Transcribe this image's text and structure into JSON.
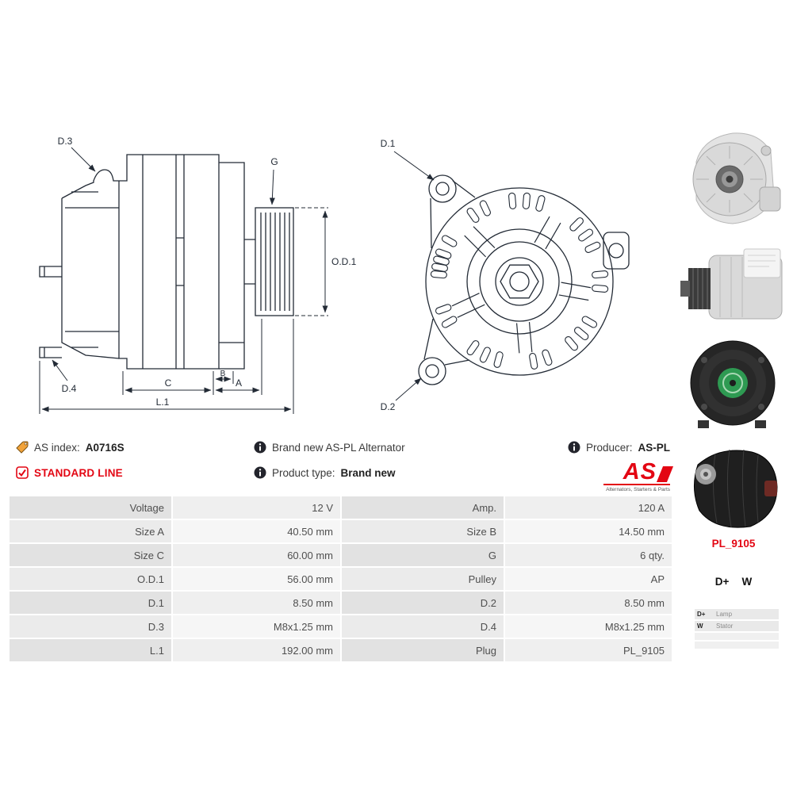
{
  "info_bar": {
    "as_index_label": "AS index:",
    "as_index_value": "A0716S",
    "standard_line": "STANDARD LINE",
    "brand_new": "Brand new AS-PL Alternator",
    "product_type_label": "Product type:",
    "product_type_value": "Brand new",
    "producer_label": "Producer:",
    "producer_value": "AS-PL"
  },
  "logo": {
    "text": "AS",
    "subtext": "Alternators, Starters & Parts"
  },
  "diagram": {
    "side_labels": {
      "d3": "D.3",
      "d4": "D.4",
      "g": "G",
      "od1": "O.D.1",
      "a": "A",
      "b": "B",
      "c": "C",
      "l1": "L.1"
    },
    "front_labels": {
      "d1": "D.1",
      "d2": "D.2"
    }
  },
  "spec_table": {
    "rows": [
      {
        "label1": "Voltage",
        "value1": "12 V",
        "label2": "Amp.",
        "value2": "120 A"
      },
      {
        "label1": "Size A",
        "value1": "40.50 mm",
        "label2": "Size B",
        "value2": "14.50 mm"
      },
      {
        "label1": "Size C",
        "value1": "60.00 mm",
        "label2": "G",
        "value2": "6 qty."
      },
      {
        "label1": "O.D.1",
        "value1": "56.00 mm",
        "label2": "Pulley",
        "value2": "AP"
      },
      {
        "label1": "D.1",
        "value1": "8.50 mm",
        "label2": "D.2",
        "value2": "8.50 mm"
      },
      {
        "label1": "D.3",
        "value1": "M8x1.25 mm",
        "label2": "D.4",
        "value2": "M8x1.25 mm"
      },
      {
        "label1": "L.1",
        "value1": "192.00 mm",
        "label2": "Plug",
        "value2": "PL_9105"
      }
    ]
  },
  "right_panel": {
    "plug_code": "PL_9105",
    "terminal_1": "D+",
    "terminal_2": "W",
    "legend": [
      {
        "pin": "D+",
        "desc": "Lamp"
      },
      {
        "pin": "W",
        "desc": "Stator"
      }
    ]
  },
  "icons": {
    "as_index": "tag-icon",
    "standard_line": "checkbox-checked-icon",
    "info": "info-icon"
  },
  "colors": {
    "accent_red": "#e30613",
    "drawing_line": "#232b36",
    "table_label_odd": "#e2e2e2",
    "table_value_odd": "#efefef",
    "table_label_even": "#ebebeb",
    "table_value_even": "#f6f6f6"
  }
}
